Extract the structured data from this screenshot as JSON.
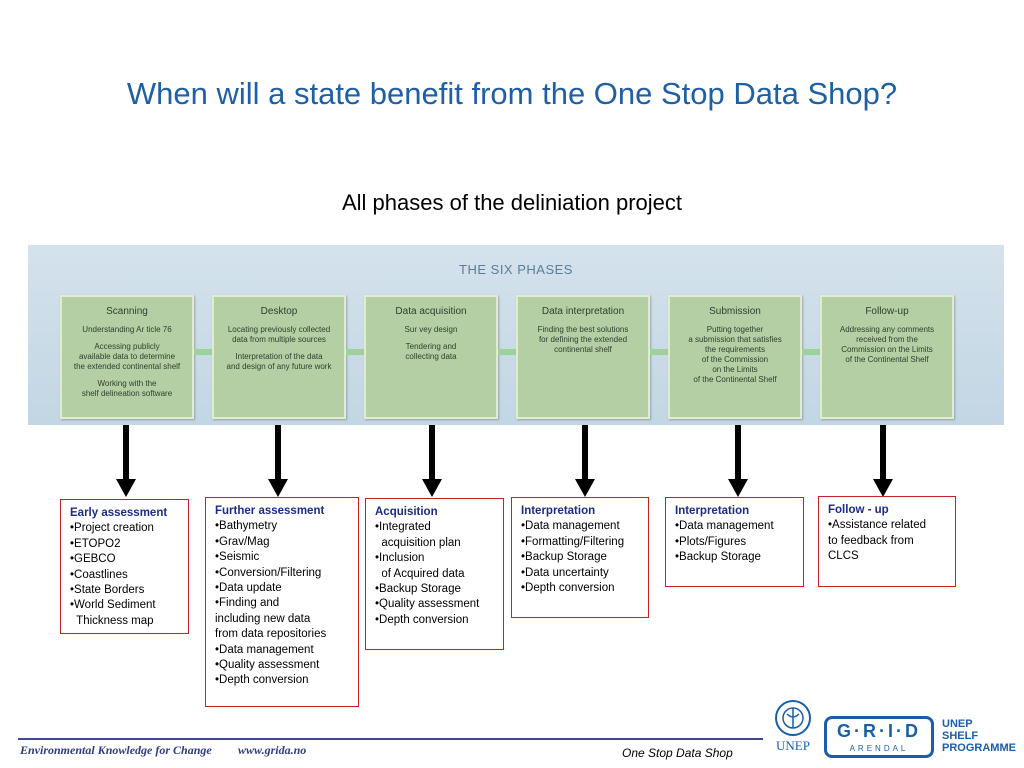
{
  "title": "When will a state benefit from the One Stop Data Shop?",
  "subtitle": "All phases of the deliniation project",
  "banner": {
    "title": "THE SIX PHASES",
    "phases": [
      {
        "title": "Scanning",
        "lines": [
          "Understanding Ar ticle 76",
          "Accessing publicly\navailable data to determine\nthe extended continental shelf",
          "Working with the\nshelf delineation software"
        ]
      },
      {
        "title": "Desktop",
        "lines": [
          "Locating previously collected\ndata from multiple sources",
          "Interpretation of the data\nand design of any future work"
        ]
      },
      {
        "title": "Data acquisition",
        "lines": [
          "Sur vey design",
          "Tendering and\ncollecting data"
        ]
      },
      {
        "title": "Data interpretation",
        "lines": [
          "Finding the best solutions\nfor defining the extended\ncontinental shelf"
        ]
      },
      {
        "title": "Submission",
        "lines": [
          "Putting together\na submission that satisfies\nthe requirements\nof the Commission\non the Limits\nof the Continental Shelf"
        ]
      },
      {
        "title": "Follow-up",
        "lines": [
          "Addressing any comments\nreceived from the\nCommission on the Limits\nof the Continental Shelf"
        ]
      }
    ]
  },
  "boxes": [
    {
      "heading": "Early assessment",
      "items": [
        "•Project creation",
        "•ETOPO2",
        "•GEBCO",
        "•Coastlines",
        "•State Borders",
        "•World Sediment",
        "  Thickness map"
      ]
    },
    {
      "heading": "Further assessment",
      "items": [
        "•Bathymetry",
        "•Grav/Mag",
        "•Seismic",
        "•Conversion/Filtering",
        "•Data update",
        "•Finding and",
        "including new data",
        "from data repositories",
        "•Data management",
        "•Quality assessment",
        "•Depth conversion"
      ]
    },
    {
      "heading": "Acquisition",
      "items": [
        "•Integrated",
        "  acquisition plan",
        "•Inclusion",
        "  of Acquired data",
        "•Backup Storage",
        "•Quality assessment",
        "•Depth conversion"
      ]
    },
    {
      "heading": "Interpretation",
      "items": [
        "•Data management",
        "•Formatting/Filtering",
        "•Backup Storage",
        "•Data uncertainty",
        "•Depth conversion"
      ]
    },
    {
      "heading": "Interpretation",
      "items": [
        "•Data management",
        "•Plots/Figures",
        "•Backup Storage"
      ]
    },
    {
      "heading": "Follow - up",
      "items": [
        "•Assistance related",
        "to feedback from",
        "CLCS"
      ]
    }
  ],
  "footer": {
    "tagline": "Environmental Knowledge for Change",
    "url": "www.grida.no",
    "right_text": "One Stop Data Shop"
  },
  "logos": {
    "unep": "UNEP",
    "grid_top": "G·R·I·D",
    "grid_bottom": "ARENDAL",
    "programme": [
      "UNEP",
      "SHELF",
      "PROGRAMME"
    ]
  },
  "colors": {
    "title": "#1f5fa3",
    "box_border": "#cc1f1f",
    "box_heading": "#1b2c86",
    "phase_fill": "#b4cfa3",
    "banner": "#c8dae6"
  }
}
